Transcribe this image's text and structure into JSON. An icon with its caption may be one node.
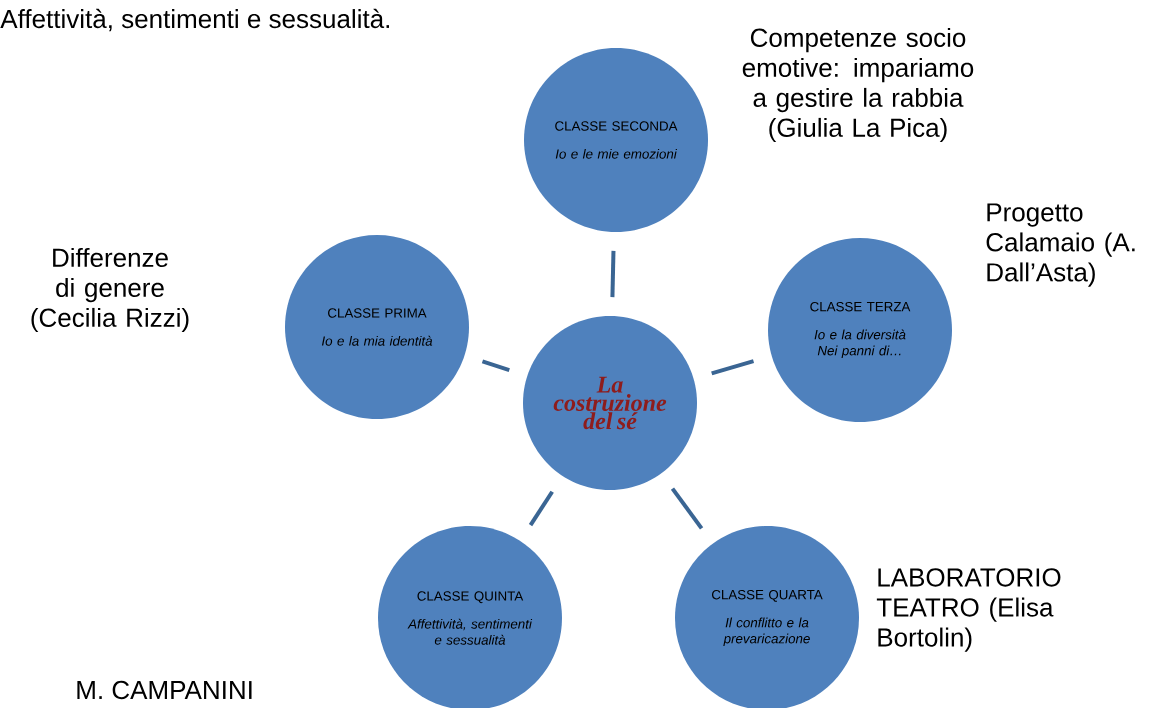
{
  "diagram": {
    "nodes": [
      {
        "text": [
          "CLASSE SECONDA",
          "Io e le mie emozioni"
        ],
        "beside": [
          "Competenze socio emotive: impariamo a gestire la rabbia (Giulia La Pica)"
        ]
      },
      {
        "text": [
          "CLASSE PRIMA",
          "Io e la mia identità"
        ],
        "beside": [
          "Differenze di genere (Cecilia Rizzi)"
        ]
      },
      {
        "text": [
          "CLASSE TERZA",
          "Io e la diversità Nei panni di…"
        ],
        "beside": [
          "Progetto Calamaio (A. Dall’Asta)"
        ]
      },
      {
        "text": [
          "La costruzione del sé"
        ]
      },
      {
        "text": [
          "CLASSE QUINTA",
          "Affettività, sentimenti e sessualità"
        ]
      },
      {
        "text": [
          "CLASSE QUARTA",
          "Il conflitto e la prevaricazione"
        ],
        "beside": [
          "LABORATORIO TEATRO (Elisa Bortolin)"
        ]
      }
    ],
    "edges": [
      {
        "from": 3,
        "to": 0,
        "arrow": "none"
      },
      {
        "from": 3,
        "to": 1,
        "arrow": "none"
      },
      {
        "from": 3,
        "to": 2,
        "arrow": "none"
      },
      {
        "from": 3,
        "to": 4,
        "arrow": "none"
      },
      {
        "from": 3,
        "to": 5,
        "arrow": "none"
      }
    ],
    "labels": [
      "Affettività, sentimenti e sessualità.",
      "M. CAMPANINI"
    ]
  }
}
